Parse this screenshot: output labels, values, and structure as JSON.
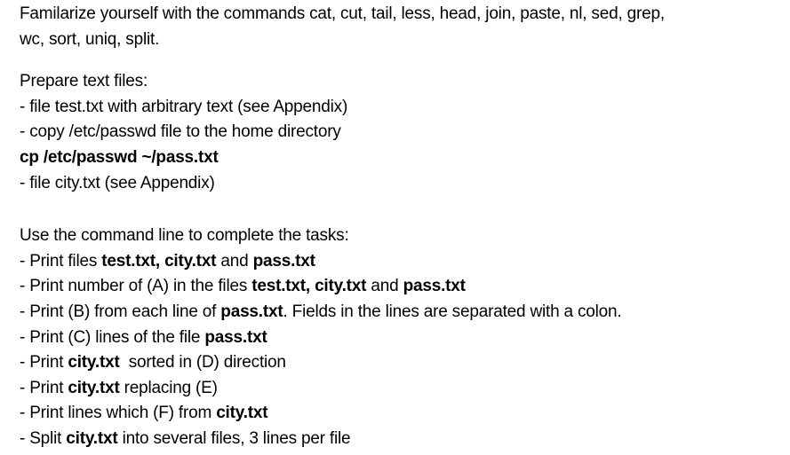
{
  "page": {
    "background_color": "#ffffff",
    "text_color": "#000000"
  },
  "document": {
    "sections": [
      {
        "name": "intro",
        "lines": [
          [
            {
              "text": "Familarize yourself with the commands cat, cut, tail, less, head, join, paste, nl, sed, grep,",
              "bold": false
            }
          ],
          [
            {
              "text": "wc, sort, uniq, split.",
              "bold": false
            }
          ]
        ]
      },
      {
        "name": "prepare-text-files",
        "lines": [
          [
            {
              "text": "Prepare text files:",
              "bold": false
            }
          ],
          [
            {
              "text": "- file test.txt with arbitrary text (see Appendix)",
              "bold": false
            }
          ],
          [
            {
              "text": "- copy /etc/passwd file to the home directory",
              "bold": false
            }
          ],
          [
            {
              "text": "cp /etc/passwd ~/pass.txt",
              "bold": true
            }
          ],
          [
            {
              "text": "- file city.txt (see Appendix)",
              "bold": false
            }
          ]
        ]
      },
      {
        "name": "command-line-tasks",
        "lines": [
          [
            {
              "text": "Use the command line to complete the tasks:",
              "bold": false
            }
          ],
          [
            {
              "text": "- Print files ",
              "bold": false
            },
            {
              "text": "test.txt, city.txt",
              "bold": true
            },
            {
              "text": " and ",
              "bold": false
            },
            {
              "text": "pass.txt",
              "bold": true
            }
          ],
          [
            {
              "text": "- Print number of (A) in the files ",
              "bold": false
            },
            {
              "text": "test.txt, city.txt",
              "bold": true
            },
            {
              "text": " and ",
              "bold": false
            },
            {
              "text": "pass.txt",
              "bold": true
            }
          ],
          [
            {
              "text": "- Print (B) from each line of ",
              "bold": false
            },
            {
              "text": "pass.txt",
              "bold": true
            },
            {
              "text": ". Fields in the lines are separated with a colon.",
              "bold": false
            }
          ],
          [
            {
              "text": "- Print (C) lines of the file ",
              "bold": false
            },
            {
              "text": "pass.txt",
              "bold": true
            }
          ],
          [
            {
              "text": "- Print ",
              "bold": false
            },
            {
              "text": "city.txt",
              "bold": true
            },
            {
              "text": "  sorted in (D) direction",
              "bold": false
            }
          ],
          [
            {
              "text": "- Print ",
              "bold": false
            },
            {
              "text": "city.txt",
              "bold": true
            },
            {
              "text": " replacing (E)",
              "bold": false
            }
          ],
          [
            {
              "text": "- Print lines which (F) from ",
              "bold": false
            },
            {
              "text": "city.txt",
              "bold": true
            }
          ],
          [
            {
              "text": "- Split ",
              "bold": false
            },
            {
              "text": "city.txt",
              "bold": true
            },
            {
              "text": " into several files, 3 lines per file",
              "bold": false
            }
          ]
        ]
      }
    ]
  }
}
